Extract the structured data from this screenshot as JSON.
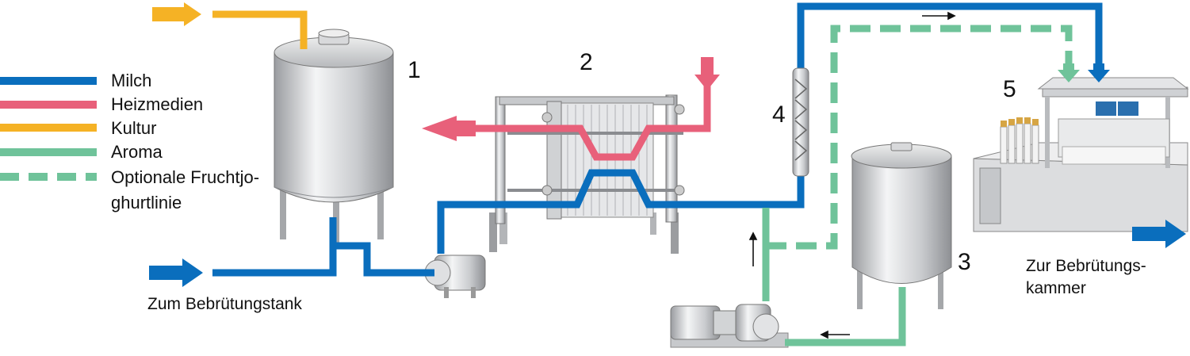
{
  "legend": {
    "milk": "Milch",
    "heating": "Heizmedien",
    "culture": "Kultur",
    "aroma": "Aroma",
    "fruit_line_1": "Optionale Fruchtjo-",
    "fruit_line_2": "ghurtlinie"
  },
  "numbers": {
    "n1": "1",
    "n2": "2",
    "n3": "3",
    "n4": "4",
    "n5": "5"
  },
  "captions": {
    "tank": "Zum Bebrütungstank",
    "chamber_1": "Zur Bebrütungs-",
    "chamber_2": "kammer"
  },
  "colors": {
    "milk": "#0a6ebd",
    "heating": "#e8607a",
    "culture": "#f5b225",
    "aroma": "#6fc39a"
  }
}
